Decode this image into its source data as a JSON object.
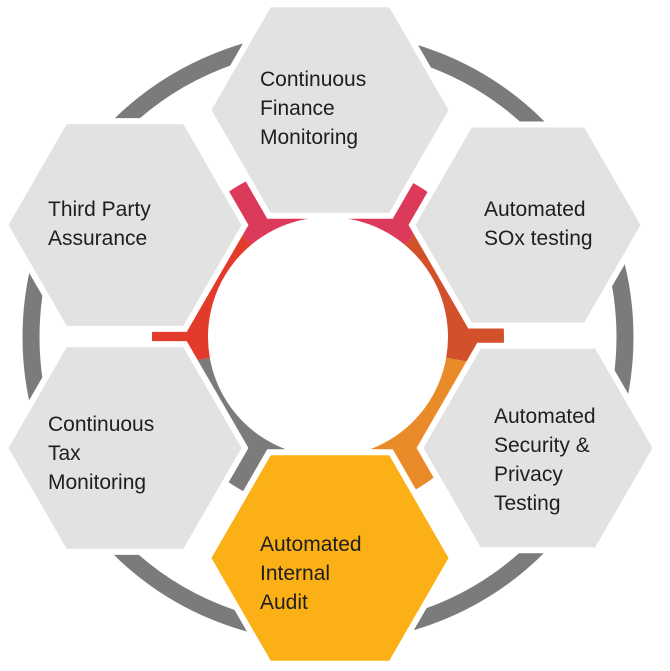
{
  "diagram": {
    "colors": {
      "outer_ring": "#7b7b7b",
      "hex_fill": "#e2e2e2",
      "highlight_hex_fill": "#fbb116",
      "background": "#ffffff"
    },
    "segments": [
      {
        "name": "top",
        "color": "#dc3a5a"
      },
      {
        "name": "upper-right",
        "color": "#d2502a"
      },
      {
        "name": "lower-right",
        "color": "#e98b28"
      },
      {
        "name": "bottom",
        "color": "#f4a41d"
      },
      {
        "name": "lower-left",
        "color": "#7b7b7b"
      },
      {
        "name": "upper-left",
        "color": "#e23a2b"
      }
    ],
    "hexagons": [
      {
        "id": "continuous-finance-monitoring",
        "lines": [
          "Continuous",
          "Finance",
          "Monitoring"
        ],
        "highlighted": false
      },
      {
        "id": "automated-sox-testing",
        "lines": [
          "Automated",
          "SOx testing"
        ],
        "highlighted": false
      },
      {
        "id": "automated-security-privacy-testing",
        "lines": [
          "Automated",
          "Security &",
          "Privacy",
          "Testing"
        ],
        "highlighted": false
      },
      {
        "id": "automated-internal-audit",
        "lines": [
          "Automated",
          "Internal",
          "Audit"
        ],
        "highlighted": true
      },
      {
        "id": "continuous-tax-monitoring",
        "lines": [
          "Continuous",
          "Tax",
          "Monitoring"
        ],
        "highlighted": false
      },
      {
        "id": "third-party-assurance",
        "lines": [
          "Third Party",
          "Assurance"
        ],
        "highlighted": false
      }
    ]
  }
}
